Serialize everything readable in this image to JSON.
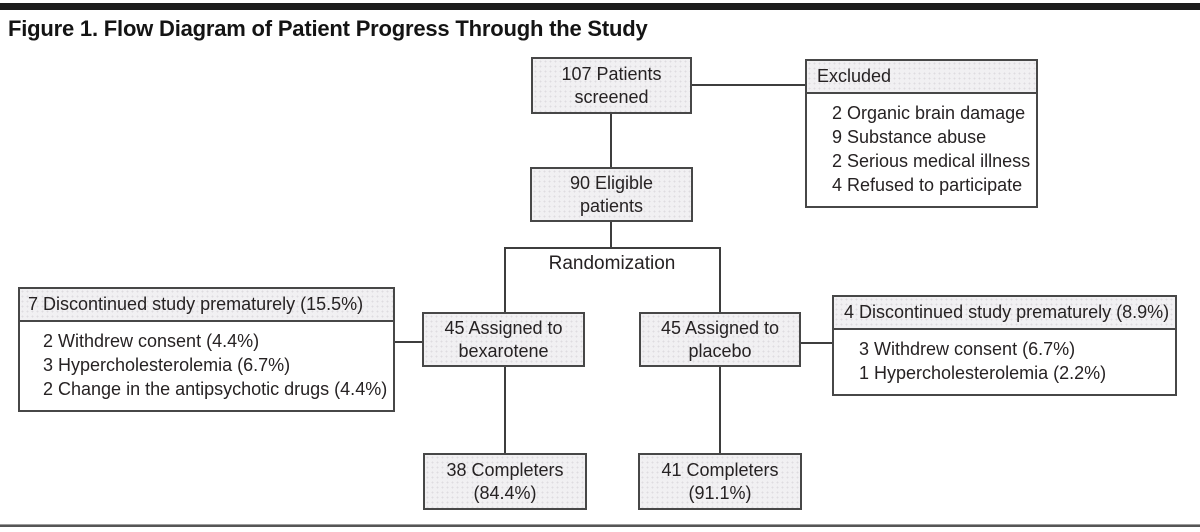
{
  "figure": {
    "title": "Figure 1. Flow Diagram of Patient Progress Through the Study"
  },
  "nodes": {
    "screened": {
      "line1": "107 Patients",
      "line2": "screened"
    },
    "eligible": {
      "line1": "90 Eligible",
      "line2": "patients"
    },
    "randomization": {
      "label": "Randomization"
    },
    "bexarotene": {
      "line1": "45 Assigned to",
      "line2": "bexarotene"
    },
    "placebo": {
      "line1": "45 Assigned to",
      "line2": "placebo"
    },
    "completers_bexarotene": {
      "line1": "38 Completers",
      "line2": "(84.4%)"
    },
    "completers_placebo": {
      "line1": "41 Completers",
      "line2": "(91.1%)"
    },
    "excluded": {
      "header": "Excluded",
      "items": [
        "2 Organic brain damage",
        "9 Substance abuse",
        "2 Serious medical illness",
        "4 Refused to participate"
      ]
    },
    "discontinued_bexarotene": {
      "header": "7 Discontinued study prematurely (15.5%)",
      "items": [
        "2 Withdrew consent (4.4%)",
        "3 Hypercholesterolemia (6.7%)",
        "2 Change in the antipsychotic drugs (4.4%)"
      ]
    },
    "discontinued_placebo": {
      "header": "4 Discontinued study prematurely (8.9%)",
      "items": [
        "3 Withdrew consent (6.7%)",
        "1 Hypercholesterolemia (2.2%)"
      ]
    }
  },
  "colors": {
    "box_fill": "#f1f0f2",
    "box_border": "#474747",
    "connector": "#3d3d3d",
    "text": "#262223",
    "top_bar": "#1c1c1c",
    "bottom_rule": "#565656"
  }
}
